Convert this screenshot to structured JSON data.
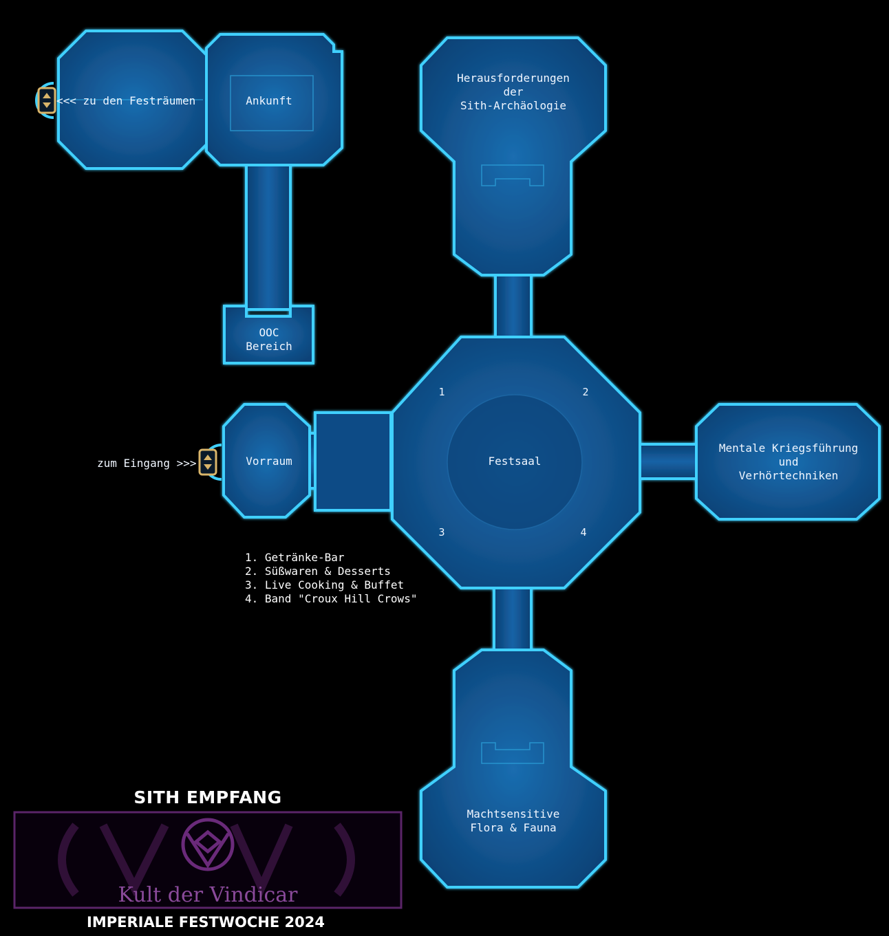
{
  "colors": {
    "room_fill": "#0f4a80",
    "room_fill_light": "#1565a6",
    "room_edge": "#3fd0ff",
    "background": "#000000",
    "door_gold": "#d9b56a",
    "logo_purple": "#6a2a7a"
  },
  "rooms": {
    "exit_room_label": "<<< zu den Festräumen",
    "arrival": "Ankunft",
    "ooc_line1": "OOC",
    "ooc_line2": "Bereich",
    "archaeology_line1": "Herausforderungen",
    "archaeology_line2": "der",
    "archaeology_line3": "Sith-Archäologie",
    "anteroom": "Vorraum",
    "entrance_label": "zum Eingang >>>",
    "hall": "Festsaal",
    "warfare_line1": "Mentale Kriegsführung",
    "warfare_line2": "und",
    "warfare_line3": "Verhörtechniken",
    "flora_line1": "Machtsensitive",
    "flora_line2": "Flora & Fauna"
  },
  "hall_markers": [
    "1",
    "2",
    "3",
    "4"
  ],
  "legend": [
    "1. Getränke-Bar",
    "2. Süßwaren & Desserts",
    "3. Live Cooking & Buffet",
    "4. Band \"Croux Hill Crows\""
  ],
  "icons": [
    "door-icon",
    "door-icon"
  ],
  "title": "SITH EMPFANG",
  "logo_text": "Kult der Vindicar",
  "footer": "IMPERIALE FESTWOCHE 2024"
}
